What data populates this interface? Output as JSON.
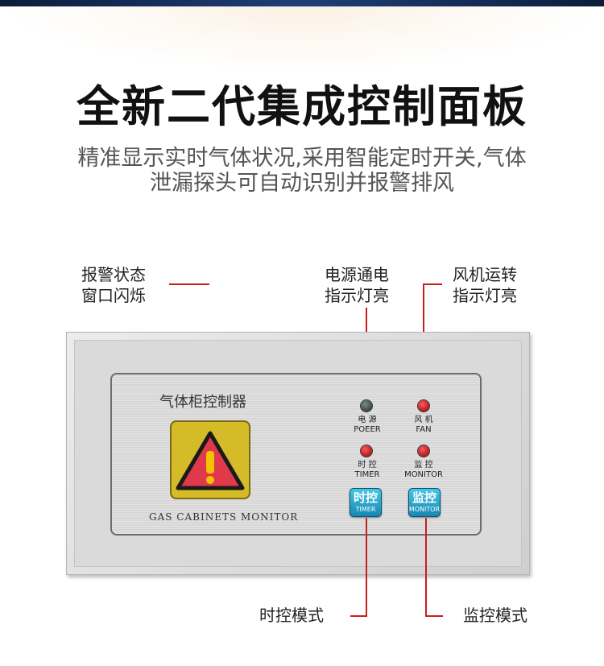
{
  "header": {
    "title": "全新二代集成控制面板",
    "subtitle_line1": "精准显示实时气体状况,采用智能定时开关,气体",
    "subtitle_line2": "泄漏探头可自动识别并报警排风"
  },
  "callouts": {
    "alarm_line1": "报警状态",
    "alarm_line2": "窗口闪烁",
    "power_line1": "电源通电",
    "power_line2": "指示灯亮",
    "fan_line1": "风机运转",
    "fan_line2": "指示灯亮",
    "timer_mode": "时控模式",
    "monitor_mode": "监控模式"
  },
  "panel": {
    "title": "气体柜控制器",
    "subtitle": "GAS CABINETS MONITOR",
    "indicators": [
      {
        "label_cn": "电 源",
        "label_en": "POEER",
        "color": "#2b3b3b"
      },
      {
        "label_cn": "风 机",
        "label_en": "FAN",
        "color": "#c00000"
      },
      {
        "label_cn": "时 控",
        "label_en": "TIMER",
        "color": "#c00000"
      },
      {
        "label_cn": "监 控",
        "label_en": "MONITOR",
        "color": "#c00000"
      }
    ],
    "buttons": [
      {
        "label_cn": "时控",
        "label_en": "TIMER"
      },
      {
        "label_cn": "监控",
        "label_en": "MONITOR"
      }
    ]
  },
  "colors": {
    "accent_line": "#c81e1e",
    "button": "#2aa9d3",
    "warning_bg": "#d4bb27",
    "warning_triangle": "#e03a4a"
  }
}
